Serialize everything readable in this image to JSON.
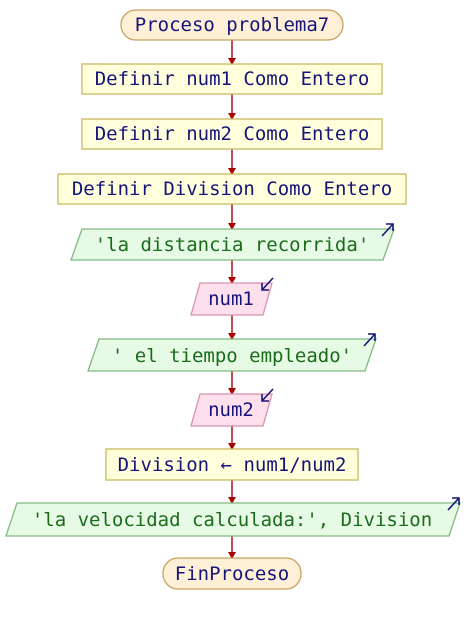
{
  "flowchart": {
    "start": "Proceso problema7",
    "steps": [
      {
        "kind": "process",
        "text": "Definir num1 Como Entero"
      },
      {
        "kind": "process",
        "text": "Definir num2 Como Entero"
      },
      {
        "kind": "process",
        "text": "Definir Division Como Entero"
      },
      {
        "kind": "output",
        "text": "'la distancia recorrida'"
      },
      {
        "kind": "input",
        "text": "num1"
      },
      {
        "kind": "output",
        "text": "' el tiempo empleado'"
      },
      {
        "kind": "input",
        "text": "num2"
      },
      {
        "kind": "process",
        "text": "Division ← num1/num2"
      },
      {
        "kind": "output",
        "text": "'la velocidad calculada:', Division"
      }
    ],
    "end": "FinProceso"
  },
  "colors": {
    "terminal_fill": "#fdf0d6",
    "terminal_stroke": "#c8a060",
    "process_fill": "#ffffdc",
    "process_stroke": "#c8b860",
    "output_fill": "#e6fae6",
    "output_stroke": "#80b880",
    "input_fill": "#fde0ec",
    "input_stroke": "#d890b0",
    "arrow": "#aa0000",
    "text_navy": "#14147a",
    "text_green": "#1a6b1a"
  }
}
